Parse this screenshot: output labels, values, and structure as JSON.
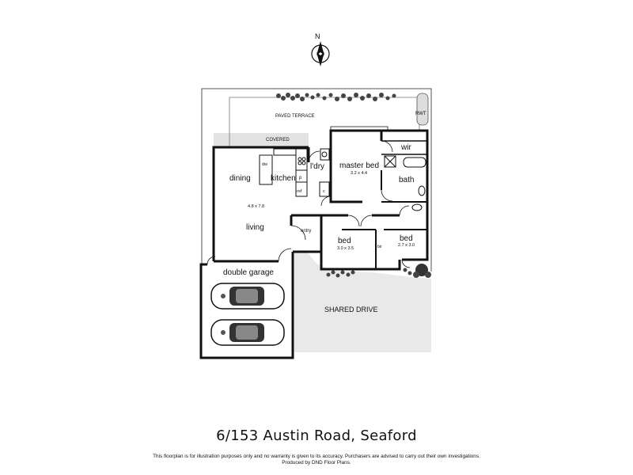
{
  "compass": {
    "north_label": "N"
  },
  "areas": {
    "paved_terrace": "PAVED TERRACE",
    "covered": "COVERED",
    "rwt": "RWT",
    "shared_drive": "SHARED DRIVE"
  },
  "rooms": {
    "dining": "dining",
    "kitchen": "kitchen",
    "living": "living",
    "living_dims": "4.8 x 7.8",
    "laundry": "l'dry",
    "master_bed": "master bed",
    "master_bed_dims": "3.2 x 4.4",
    "wir": "wir",
    "bath": "bath",
    "entry": "entry",
    "bed1": "bed",
    "bed1_dims": "3.0 x 3.5",
    "bed2": "bed",
    "bed2_dims": "2.7 x 3.0",
    "bir": "bir",
    "garage": "double garage"
  },
  "fixtures": {
    "dw": "dw",
    "pantry": "p",
    "ref": "ref",
    "cupboard": "c"
  },
  "address": "6/153 Austin Road, Seaford",
  "disclaimer": {
    "line1": "This floorplan is for illustration purposes only and no warranty is given to its accuracy. Purchasers are advised to carry out their own investigations.",
    "line2": "Produced by DND Floor Plans."
  },
  "colors": {
    "wall": "#111111",
    "shared_drive_fill": "#e9e9e9",
    "covered_fill": "#e3e3e3",
    "plants": "#444444"
  }
}
